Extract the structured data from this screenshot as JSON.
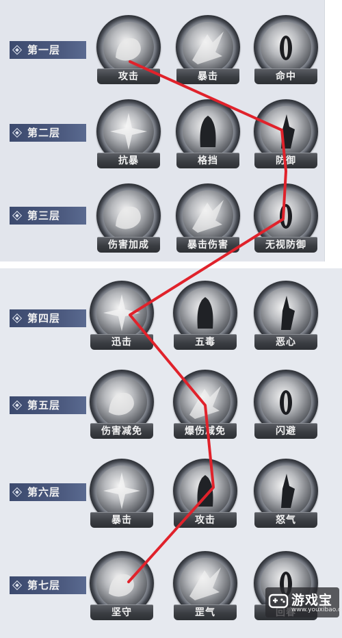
{
  "tiers": [
    {
      "label": "第一层",
      "skills": [
        {
          "name": "攻击",
          "icon": "fist-punch-icon"
        },
        {
          "name": "暴击",
          "icon": "critical-strike-icon"
        },
        {
          "name": "命中",
          "icon": "target-eye-icon"
        }
      ]
    },
    {
      "label": "第二层",
      "skills": [
        {
          "name": "抗暴",
          "icon": "impact-burst-icon"
        },
        {
          "name": "格挡",
          "icon": "block-stance-icon"
        },
        {
          "name": "防御",
          "icon": "defense-figure-icon"
        }
      ]
    },
    {
      "label": "第三层",
      "skills": [
        {
          "name": "伤害加成",
          "icon": "damage-bonus-icon"
        },
        {
          "name": "暴击伤害",
          "icon": "critical-damage-icon"
        },
        {
          "name": "无视防御",
          "icon": "armor-pierce-icon"
        }
      ]
    },
    {
      "label": "第四层",
      "skills": [
        {
          "name": "迅击",
          "icon": "swift-strike-icon"
        },
        {
          "name": "五毒",
          "icon": "five-poisons-icon"
        },
        {
          "name": "恶心",
          "icon": "malice-heart-icon"
        }
      ]
    },
    {
      "label": "第五层",
      "skills": [
        {
          "name": "伤害减免",
          "icon": "damage-reduction-icon"
        },
        {
          "name": "爆伤减免",
          "icon": "crit-damage-reduction-icon"
        },
        {
          "name": "闪避",
          "icon": "dodge-icon"
        }
      ]
    },
    {
      "label": "第六层",
      "skills": [
        {
          "name": "暴击",
          "icon": "flame-strike-icon"
        },
        {
          "name": "攻击",
          "icon": "vortex-attack-icon"
        },
        {
          "name": "怒气",
          "icon": "rage-figure-icon"
        }
      ]
    },
    {
      "label": "第七层",
      "skills": [
        {
          "name": "坚守",
          "icon": "shield-guard-icon"
        },
        {
          "name": "罡气",
          "icon": "aura-figure-icon"
        },
        {
          "name": "回春",
          "icon": "rejuvenation-icon"
        }
      ]
    }
  ],
  "path_color": "#e0222b",
  "watermark": {
    "brand": "游戏宝",
    "url": "www.youxibao.com"
  }
}
